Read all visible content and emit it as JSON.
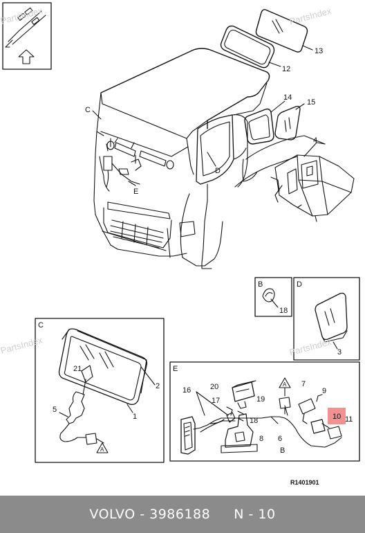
{
  "watermarks": [
    "PartsIndex",
    "PartsIndex",
    "PartsIndex",
    "PartsIndex"
  ],
  "main_labels": {
    "c": "C",
    "d": "D",
    "e": "E",
    "n4": "4",
    "n12": "12",
    "n13": "13",
    "n14": "14",
    "n15": "15"
  },
  "panel_b": {
    "letter": "B",
    "n18": "18"
  },
  "panel_d": {
    "letter": "D",
    "n3": "3"
  },
  "panel_c": {
    "letter": "C",
    "n21": "21",
    "n5": "5",
    "n1": "1",
    "n2": "2",
    "a": "A"
  },
  "panel_e": {
    "letter": "E",
    "n16": "16",
    "n20": "20",
    "n17": "17",
    "n19": "19",
    "n18": "18",
    "n8": "8",
    "n6": "6",
    "n7": "7",
    "n9": "9",
    "n10": "10",
    "n11": "11",
    "a": "A",
    "b": "B"
  },
  "ref_code": "R1401901",
  "footer": {
    "brand": "VOLVO",
    "part_number": "3986188",
    "page": "N - 10"
  },
  "colors": {
    "highlight": "#f28b8b",
    "footer_bg": "#8b8b8b"
  }
}
